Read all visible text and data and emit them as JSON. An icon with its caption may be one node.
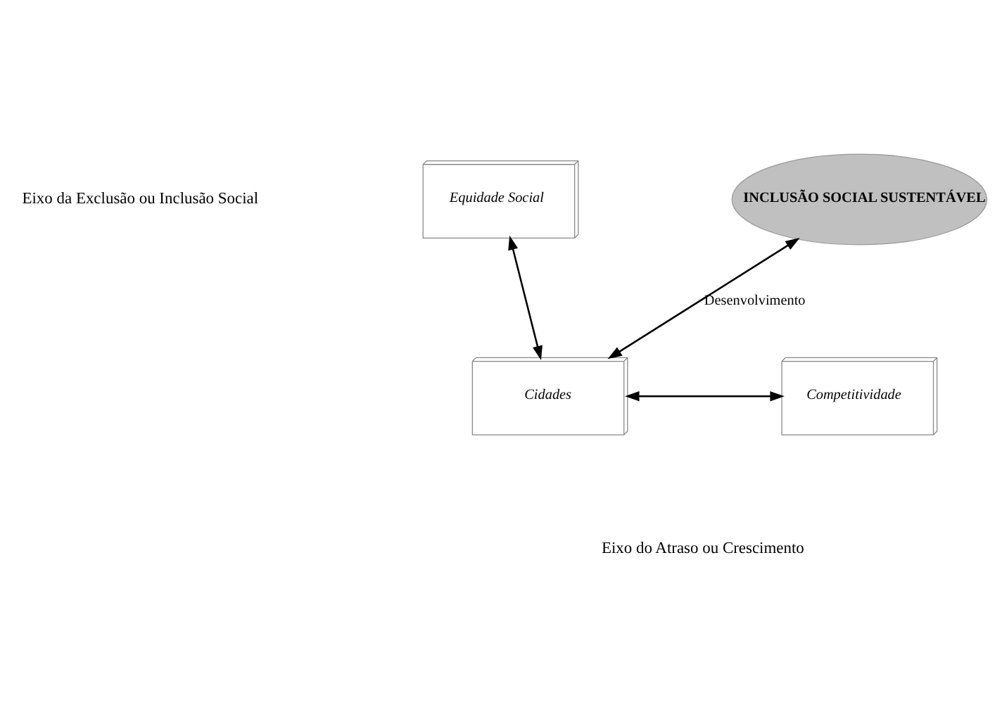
{
  "diagram": {
    "nodes": [
      {
        "text": [
          "Equidade Social"
        ]
      },
      {
        "text": [
          "INCLUSÃO SOCIAL SUSTENTÁVEL"
        ]
      },
      {
        "text": [
          "Cidades"
        ]
      },
      {
        "text": [
          "Competitividade"
        ]
      }
    ],
    "edges": [
      {
        "from": 0,
        "to": 2,
        "arrow": "both"
      },
      {
        "from": 2,
        "to": 1,
        "arrow": "both",
        "label": "Desenvolvimento"
      },
      {
        "from": 2,
        "to": 3,
        "arrow": "both"
      }
    ],
    "labels": [
      "Eixo da Exclusão ou Inclusão Social",
      "Eixo do Atraso ou Crescimento"
    ]
  }
}
